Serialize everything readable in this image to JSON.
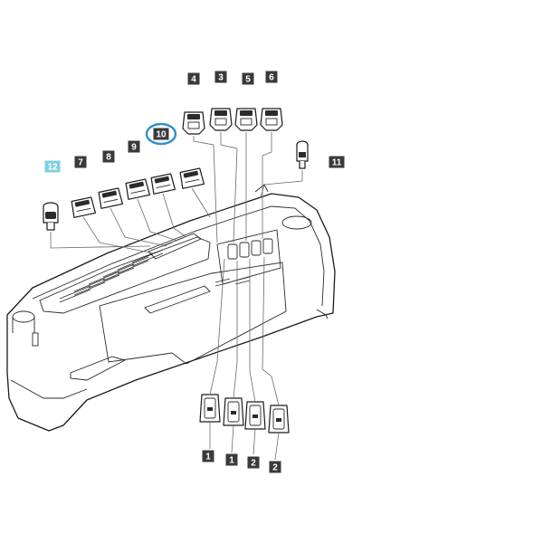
{
  "diagram": {
    "callouts": [
      {
        "id": "c4",
        "label": "4",
        "highlight": false
      },
      {
        "id": "c3",
        "label": "3",
        "highlight": false
      },
      {
        "id": "c5",
        "label": "5",
        "highlight": false
      },
      {
        "id": "c6",
        "label": "6",
        "highlight": false
      },
      {
        "id": "c10",
        "label": "10",
        "highlight": false,
        "circled": true
      },
      {
        "id": "c9",
        "label": "9",
        "highlight": false
      },
      {
        "id": "c8",
        "label": "8",
        "highlight": false
      },
      {
        "id": "c7",
        "label": "7",
        "highlight": false
      },
      {
        "id": "c12",
        "label": "12",
        "highlight": true
      },
      {
        "id": "c11",
        "label": "11",
        "highlight": false
      },
      {
        "id": "c1a",
        "label": "1",
        "highlight": false
      },
      {
        "id": "c1b",
        "label": "1",
        "highlight": false
      },
      {
        "id": "c2a",
        "label": "2",
        "highlight": false
      },
      {
        "id": "c2b",
        "label": "2",
        "highlight": false
      }
    ],
    "colors": {
      "tag_bg": "#3a3a3a",
      "tag_highlight_bg": "#7fd0dd",
      "circle_highlight": "#2f8fc9",
      "line": "#1a1a1a"
    }
  }
}
